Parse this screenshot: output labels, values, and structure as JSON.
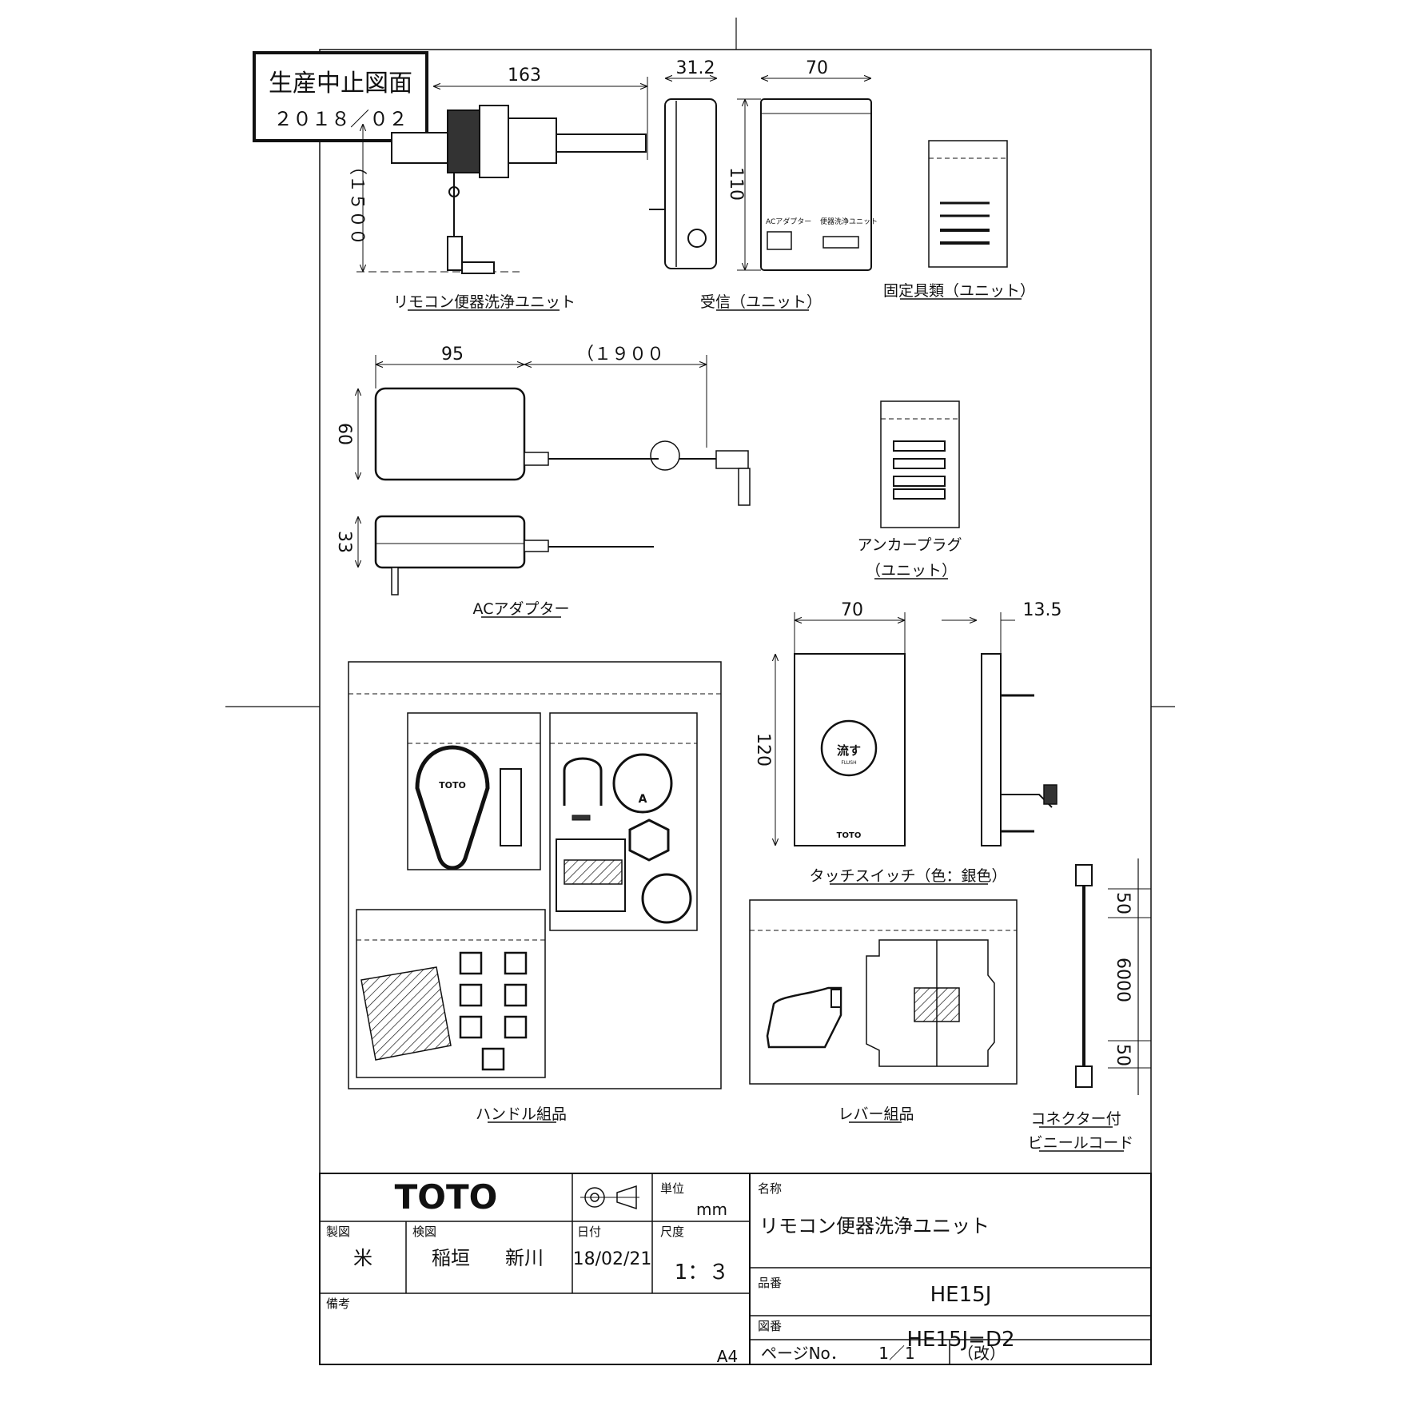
{
  "stamp": {
    "title": "生産中止図面",
    "date": "２０１８／０２"
  },
  "dimensions": {
    "remote_length": "163",
    "remote_cord": "（１５００",
    "receiver_depth": "31.2",
    "receiver_width": "70",
    "receiver_height": "110",
    "adapter_width": "95",
    "adapter_cord": "（１９００",
    "adapter_height": "60",
    "adapter_depth": "33",
    "switch_width": "70",
    "switch_depth": "13.5",
    "switch_height": "120",
    "cord_end_a": "50",
    "cord_length": "6000",
    "cord_end_b": "50"
  },
  "labels": {
    "remote_unit": "リモコン便器洗浄ユニット",
    "receiver": "受信（ユニット）",
    "fixtures": "固定具類（ユニット）",
    "ac_adapter": "ACアダプター",
    "anchor_plug_1": "アンカープラグ",
    "anchor_plug_2": "（ユニット）",
    "touch_switch": "タッチスイッチ（色：銀色）",
    "handle_assembly": "ハンドル組品",
    "lever_assembly": "レバー組品",
    "cord_1": "コネクター付",
    "cord_2": "ビニールコード"
  },
  "part_markings": {
    "receiver_ac": "ACアダプター",
    "receiver_unit": "便器洗浄ユニット",
    "switch_flush": "流す",
    "switch_flush_en": "FLUSH",
    "brand_small": "TOTO",
    "valve_marker": "A"
  },
  "title_block": {
    "brand": "TOTO",
    "unit_label": "単位",
    "unit_value": "mm",
    "drafted_label": "製図",
    "drafted_value": "米",
    "checked_label": "検図",
    "checked_value_1": "稲垣",
    "checked_value_2": "新川",
    "date_label": "日付",
    "date_value": "18/02/21",
    "scale_label": "尺度",
    "scale_value": "1：３",
    "remarks_label": "備考",
    "name_label": "名称",
    "name_value": "リモコン便器洗浄ユニット",
    "part_no_label": "品番",
    "part_no_value": "HE15J",
    "drawing_no_label": "図番",
    "drawing_no_value": "HE15J=D2",
    "page_label": "ページNo．",
    "page_value": "1／1",
    "revision": "（改）",
    "paper": "A4"
  }
}
